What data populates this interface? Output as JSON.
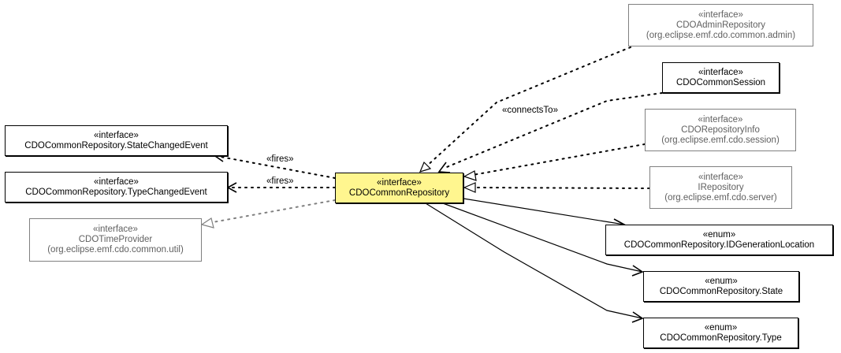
{
  "nodes": {
    "main": {
      "stereotype": "«interface»",
      "name": "CDOCommonRepository"
    },
    "admin": {
      "stereotype": "«interface»",
      "name": "CDOAdminRepository",
      "package": "(org.eclipse.emf.cdo.common.admin)"
    },
    "session": {
      "stereotype": "«interface»",
      "name": "CDOCommonSession"
    },
    "repoinfo": {
      "stereotype": "«interface»",
      "name": "CDORepositoryInfo",
      "package": "(org.eclipse.emf.cdo.session)"
    },
    "irepo": {
      "stereotype": "«interface»",
      "name": "IRepository",
      "package": "(org.eclipse.emf.cdo.server)"
    },
    "idgen": {
      "stereotype": "«enum»",
      "name": "CDOCommonRepository.IDGenerationLocation"
    },
    "state": {
      "stereotype": "«enum»",
      "name": "CDOCommonRepository.State"
    },
    "type": {
      "stereotype": "«enum»",
      "name": "CDOCommonRepository.Type"
    },
    "statechanged": {
      "stereotype": "«interface»",
      "name": "CDOCommonRepository.StateChangedEvent"
    },
    "typechanged": {
      "stereotype": "«interface»",
      "name": "CDOCommonRepository.TypeChangedEvent"
    },
    "timeprovider": {
      "stereotype": "«interface»",
      "name": "CDOTimeProvider",
      "package": "(org.eclipse.emf.cdo.common.util)"
    }
  },
  "edges": {
    "connects_to": "«connectsTo»",
    "fires1": "«fires»",
    "fires2": "«fires»"
  }
}
